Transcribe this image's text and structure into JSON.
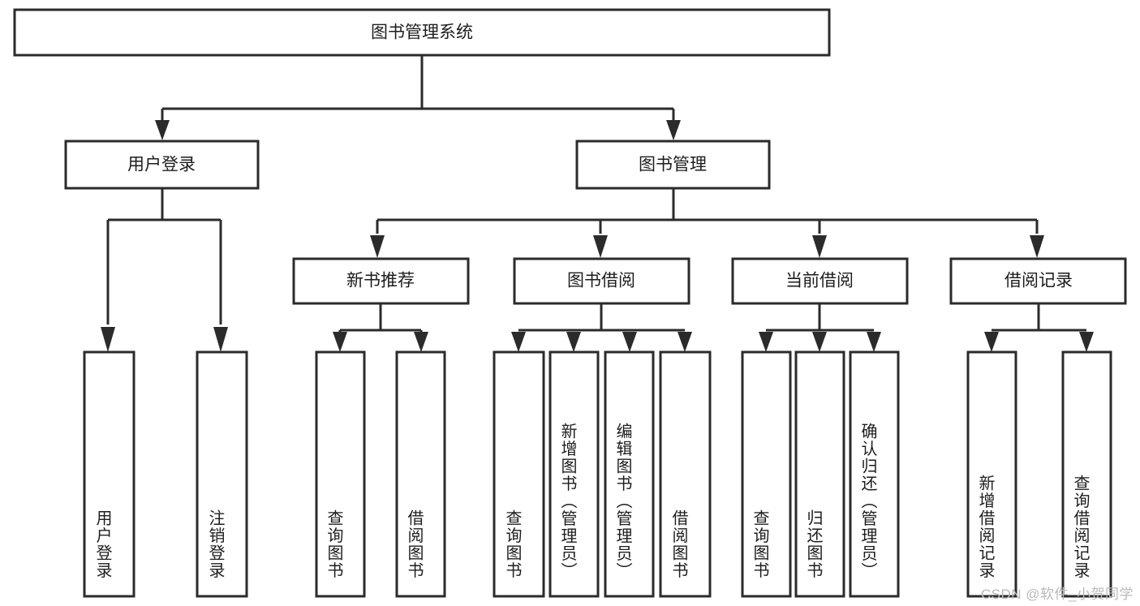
{
  "diagram": {
    "type": "tree",
    "title": "图书管理系统",
    "orientation": "top-down",
    "colors": {
      "box_stroke": "#2b2b2b",
      "box_fill": "#ffffff",
      "text": "#1d1d1d",
      "watermark": "#b9b9b9",
      "background": "#ffffff"
    },
    "root": {
      "label": "图书管理系统"
    },
    "level1": [
      {
        "label": "用户登录"
      },
      {
        "label": "图书管理"
      }
    ],
    "level2": [
      {
        "label": "新书推荐"
      },
      {
        "label": "图书借阅"
      },
      {
        "label": "当前借阅"
      },
      {
        "label": "借阅记录"
      }
    ],
    "leaves": {
      "user_login": [
        {
          "label": "用户登录"
        },
        {
          "label": "注销登录"
        }
      ],
      "new_book_recommend": [
        {
          "label": "查询图书"
        },
        {
          "label": "借阅图书"
        }
      ],
      "book_borrow": [
        {
          "label": "查询图书"
        },
        {
          "label": "新增图书（管理员）"
        },
        {
          "label": "编辑图书（管理员）"
        },
        {
          "label": "借阅图书"
        }
      ],
      "current_borrow": [
        {
          "label": "查询图书"
        },
        {
          "label": "归还图书"
        },
        {
          "label": "确认归还（管理员）"
        }
      ],
      "borrow_record": [
        {
          "label": "新增借阅记录"
        },
        {
          "label": "查询借阅记录"
        }
      ]
    }
  },
  "watermark": {
    "text": "CSDN @软件_小贺同学"
  }
}
